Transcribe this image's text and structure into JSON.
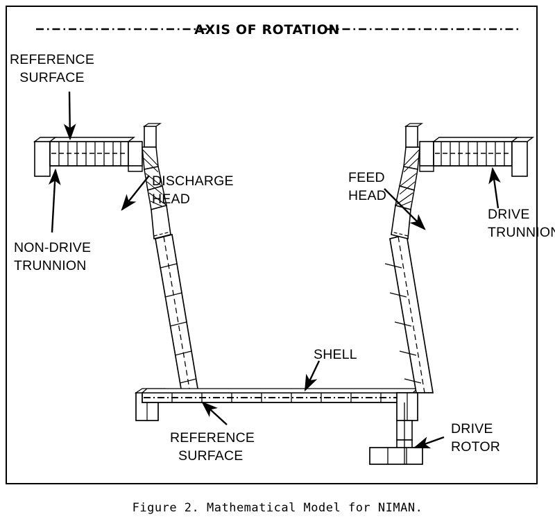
{
  "figure": {
    "caption": "Figure 2.  Mathematical Model for NIMAN.",
    "border_color": "#000000",
    "background_color": "#ffffff",
    "line_color": "#000000"
  },
  "axis": {
    "label": "AXIS OF ROTATION",
    "style": "dash-dot centerline"
  },
  "labels": {
    "reference_surface_top_line1": "REFERENCE",
    "reference_surface_top_line2": "SURFACE",
    "non_drive_trunnion_line1": "NON-DRIVE",
    "non_drive_trunnion_line2": "TRUNNION",
    "discharge_head_line1": "DISCHARGE",
    "discharge_head_line2": "HEAD",
    "feed_head_line1": "FEED",
    "feed_head_line2": "HEAD",
    "drive_trunnion_line1": "DRIVE",
    "drive_trunnion_line2": "TRUNNION",
    "shell": "SHELL",
    "reference_surface_bottom_line1": "REFERENCE",
    "reference_surface_bottom_line2": "SURFACE",
    "drive_rotor_line1": "DRIVE",
    "drive_rotor_line2": "ROTOR"
  }
}
